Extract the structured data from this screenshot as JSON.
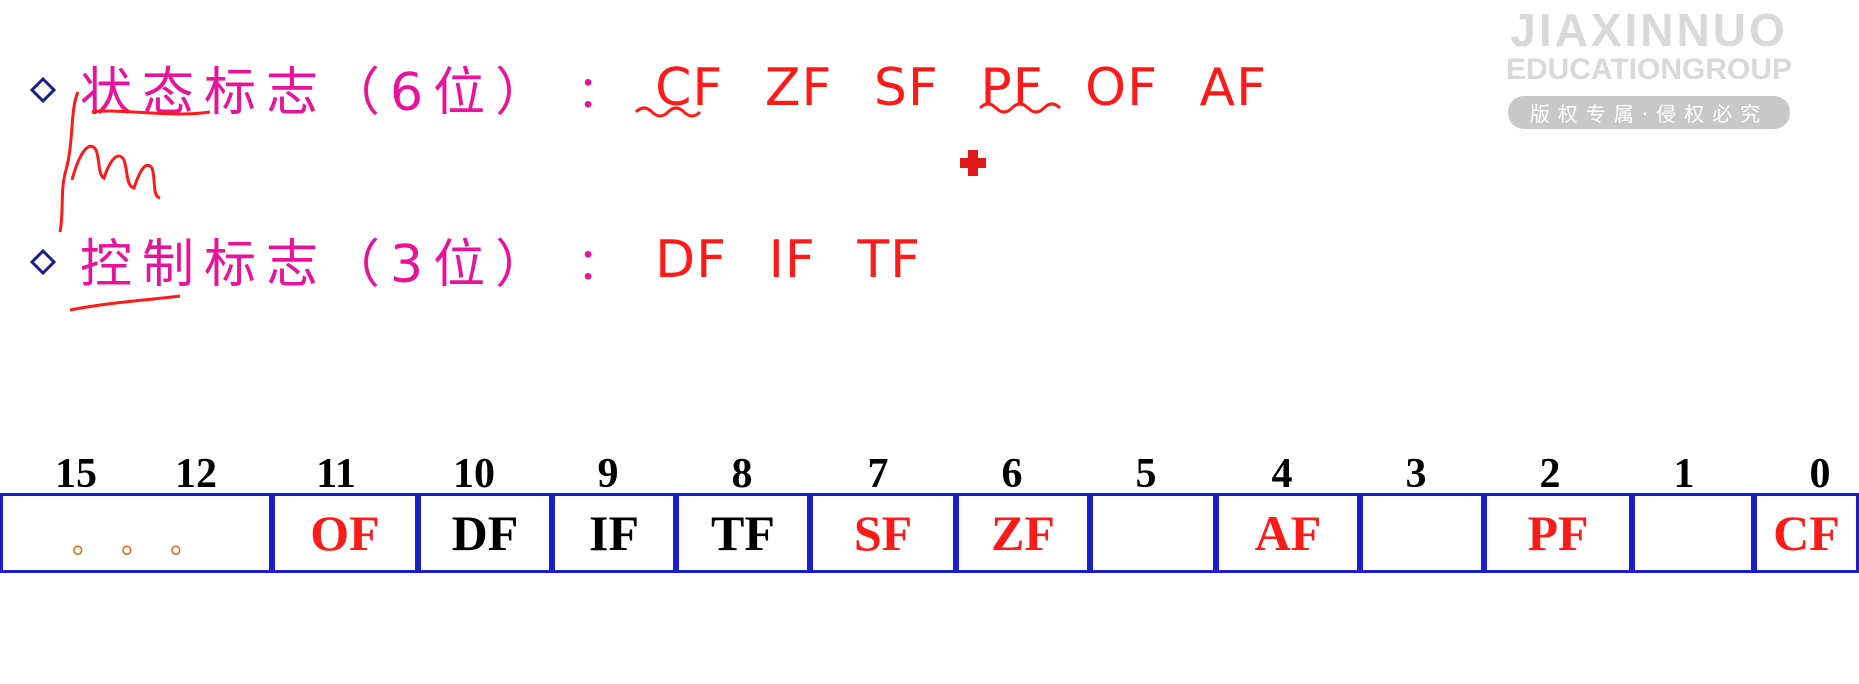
{
  "watermark": {
    "line1": "JIAXINNUO",
    "line2": "EDUCATIONGROUP",
    "pill": "版权专属·侵权必究"
  },
  "status_line": {
    "label": "状态标志（6位）",
    "colon": "：",
    "flags": "CF ZF SF PF OF AF"
  },
  "control_line": {
    "label": "控制标志（3位）",
    "colon": "：",
    "flags": "DF IF TF"
  },
  "bit_numbers": [
    "15",
    "12",
    "11",
    "10",
    "9",
    "8",
    "7",
    "6",
    "5",
    "4",
    "3",
    "2",
    "1",
    "0"
  ],
  "register": {
    "dots": "。。。",
    "cells": [
      "OF",
      "DF",
      "IF",
      "TF",
      "SF",
      "ZF",
      "",
      "AF",
      "",
      "PF",
      "",
      "CF"
    ]
  },
  "colors": {
    "label_magenta": "#e8139a",
    "flag_red": "#ff1a1a",
    "border_blue": "#1c1cc8",
    "diamond_navy": "#1c1c8c",
    "dots_orange": "#e06b1b"
  }
}
